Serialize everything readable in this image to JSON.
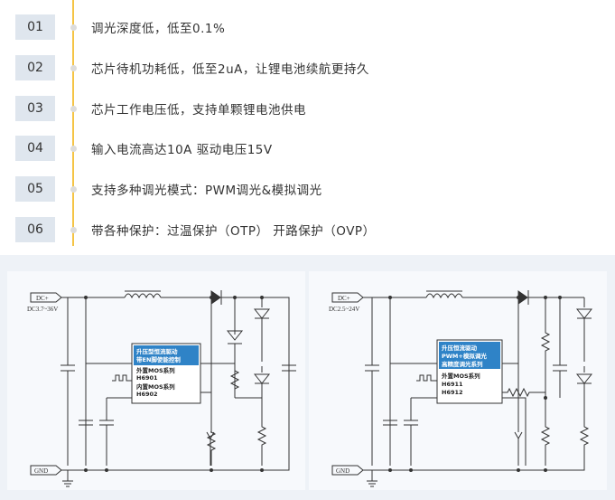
{
  "features": [
    {
      "num": "01",
      "text": "调光深度低，低至0.1%"
    },
    {
      "num": "02",
      "text": "芯片待机功耗低，低至2uA，让锂电池续航更持久"
    },
    {
      "num": "03",
      "text": "芯片工作电压低，支持单颗锂电池供电"
    },
    {
      "num": "04",
      "text": "输入电流高达10A  驱动电压15V"
    },
    {
      "num": "05",
      "text": "支持多种调光模式：PWM调光&模拟调光"
    },
    {
      "num": "06",
      "text": "带各种保护：过温保护（OTP） 开路保护（OVP）"
    }
  ],
  "circuit_left": {
    "dc_plus": "DC+",
    "voltage": "DC3.7~36V",
    "gnd": "GND",
    "chip_title_1": "升压型恒流驱动",
    "chip_title_2": "带EN脚使能控制",
    "chip_line_1": "外置MOS系列",
    "chip_line_2": "H6901",
    "chip_line_3": "内置MOS系列",
    "chip_line_4": "H6902"
  },
  "circuit_right": {
    "dc_plus": "DC+",
    "voltage": "DC2.5~24V",
    "gnd": "GND",
    "chip_title_1": "升压恒流驱动",
    "chip_title_2": "PWM+模拟调光",
    "chip_title_3": "高精度调光系列",
    "chip_line_1": "外置MOS系列",
    "chip_line_2": "H6911",
    "chip_line_3": "H6912"
  },
  "colors": {
    "accent_line": "#f5c445",
    "num_box": "#dfe6ee",
    "chip_label": "#2f83c7"
  }
}
